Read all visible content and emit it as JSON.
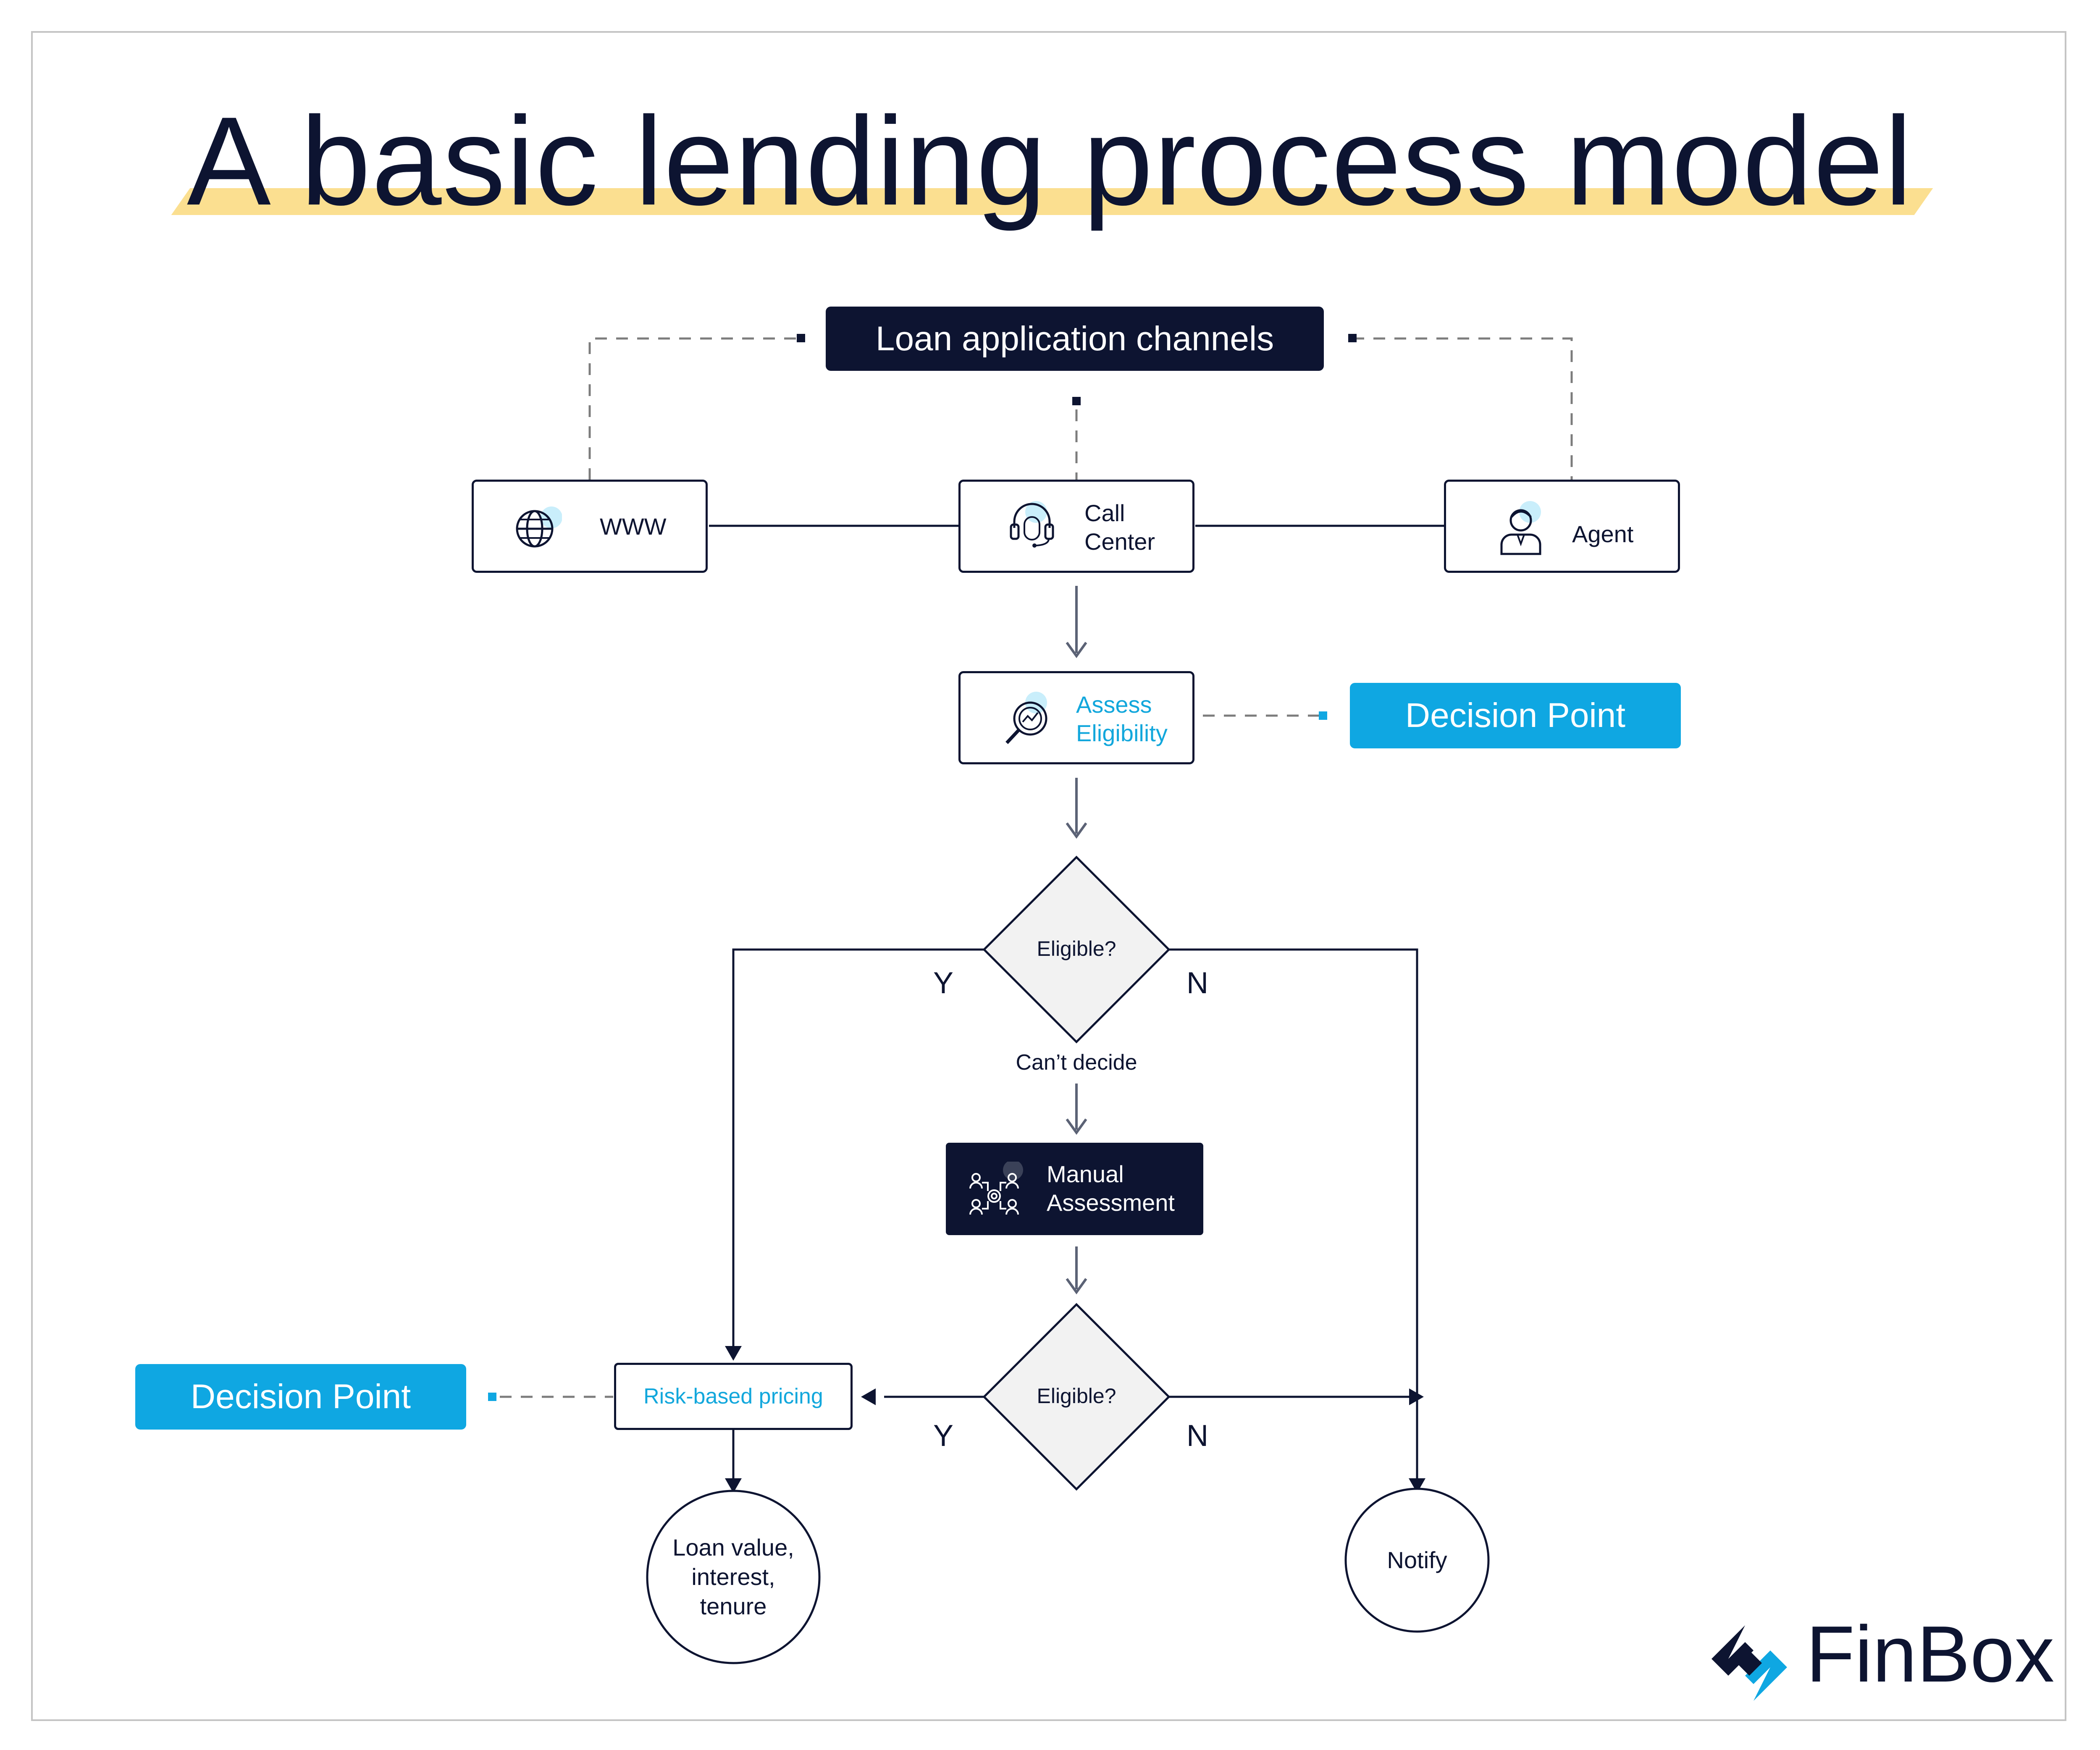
{
  "title": "A basic lending process model",
  "channels_header": "Loan application channels",
  "channels": {
    "www": "WWW",
    "call_center_line1": "Call",
    "call_center_line2": "Center",
    "agent": "Agent"
  },
  "assess": {
    "line1": "Assess",
    "line2": "Eligibility"
  },
  "decision_point_label": "Decision Point",
  "diamond_top": "Eligible?",
  "diamond_bottom": "Eligible?",
  "cant_decide": "Can’t decide",
  "manual": {
    "line1": "Manual",
    "line2": "Assessment"
  },
  "risk_pricing": "Risk-based pricing",
  "yes": "Y",
  "no": "N",
  "loan_value": {
    "line1": "Loan value,",
    "line2": "interest,",
    "line3": "tenure"
  },
  "notify": "Notify",
  "brand": "FinBox",
  "colors": {
    "navy": "#0d1431",
    "blue": "#0fa7e2",
    "highlight": "#fbdf90",
    "diamond_fill": "#f2f2f2"
  }
}
